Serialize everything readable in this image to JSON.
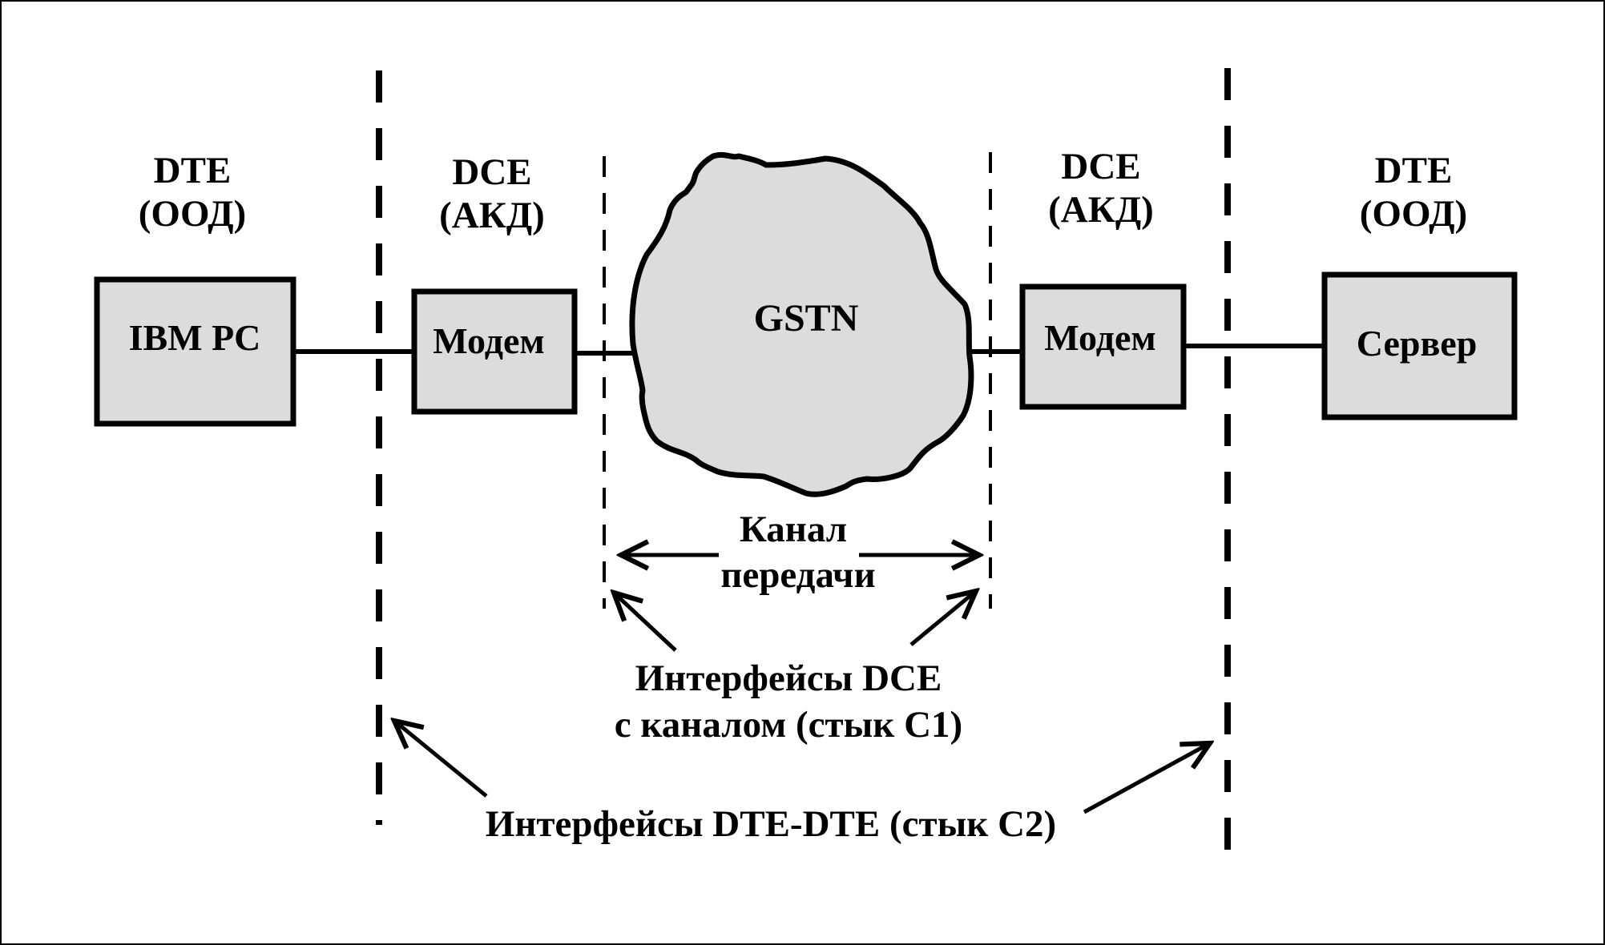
{
  "colors": {
    "stroke": "#000000",
    "fill": "#dcdcdc",
    "background": "#ffffff"
  },
  "left_dte": {
    "title": "DTE",
    "subtitle": "(ООД)",
    "box_label": "IBM PC"
  },
  "left_dce": {
    "title": "DCE",
    "subtitle": "(АКД)",
    "box_label": "Модем"
  },
  "network": {
    "label": "GSTN"
  },
  "right_dce": {
    "title": "DCE",
    "subtitle": "(АКД)",
    "box_label": "Модем"
  },
  "right_dte": {
    "title": "DTE",
    "subtitle": "(ООД)",
    "box_label": "Сервер"
  },
  "channel": {
    "line1": "Канал",
    "line2": "передачи"
  },
  "c1_interfaces": {
    "line1": "Интерфейсы DCE",
    "line2": "с каналом (стык С1)"
  },
  "c2_interfaces": {
    "label": "Интерфейсы DTE-DTE (стык С2)"
  }
}
